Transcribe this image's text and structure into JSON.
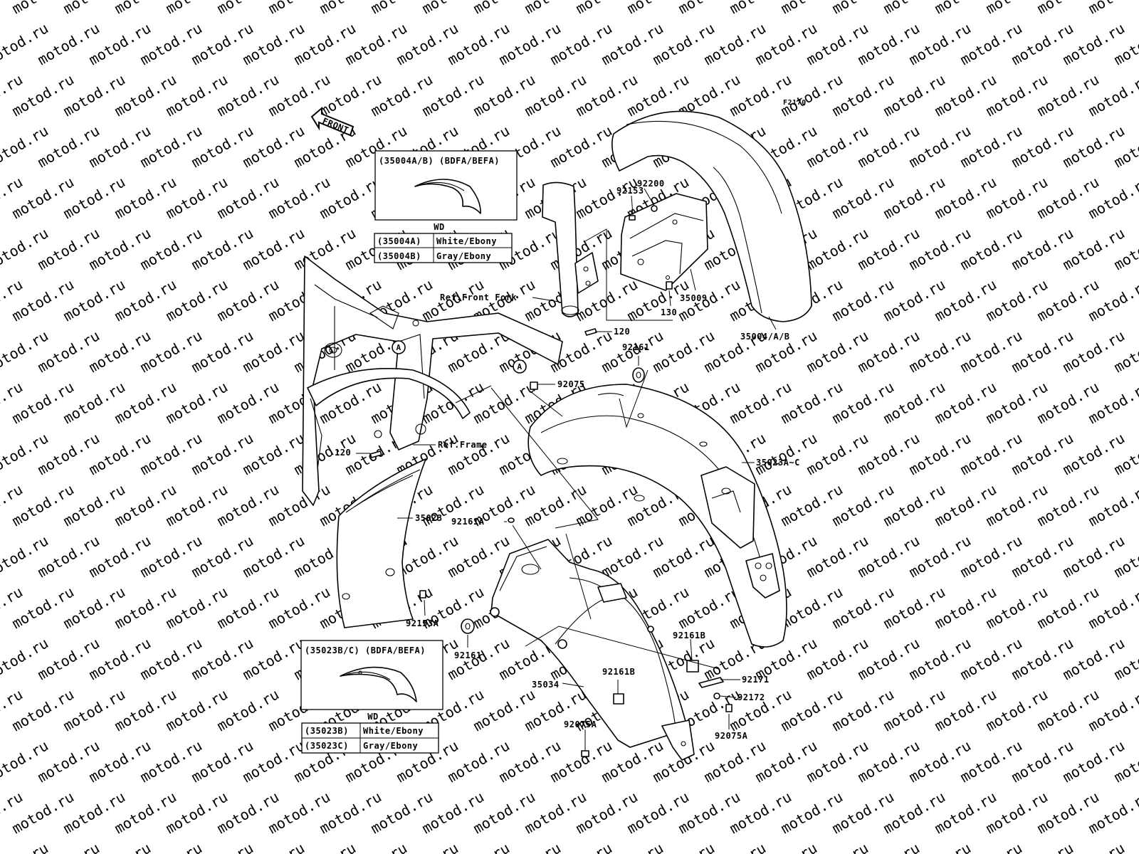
{
  "figure_code": "F2170",
  "watermark": "motod.ru",
  "front_arrow": "FRONT",
  "callout_a": "A",
  "inset_top": {
    "title": "(35004A/B) (BDFA/BEFA)",
    "wd": "WD",
    "rows": [
      {
        "code": "(35004A)",
        "color": "White/Ebony"
      },
      {
        "code": "(35004B)",
        "color": "Gray/Ebony"
      }
    ]
  },
  "inset_bottom": {
    "title": "(35023B/C) (BDFA/BEFA)",
    "wd": "WD",
    "rows": [
      {
        "code": "(35023B)",
        "color": "White/Ebony"
      },
      {
        "code": "(35023C)",
        "color": "Gray/Ebony"
      }
    ]
  },
  "labels": {
    "p92200": "92200",
    "p92153": "92153",
    "p35009": "35009",
    "p130": "130",
    "p35004ab": "35004/A/B",
    "ref_front_fork": "Ref.Front Fork",
    "p120_top": "120",
    "p92161_top": "92161",
    "p92075": "92075",
    "p35023ac": "35023A~C",
    "ref_frame": "Ref.Frame",
    "p120_left": "120",
    "p35023": "35023",
    "p92161a": "92161A",
    "p92153a": "92153A",
    "p92161_bottom": "92161",
    "p92161b_right": "92161B",
    "p92161b_mid": "92161B",
    "p35034": "35034",
    "p92171": "92171",
    "p92172": "92172",
    "p92075a_left": "92075A",
    "p92075a_right": "92075A"
  }
}
